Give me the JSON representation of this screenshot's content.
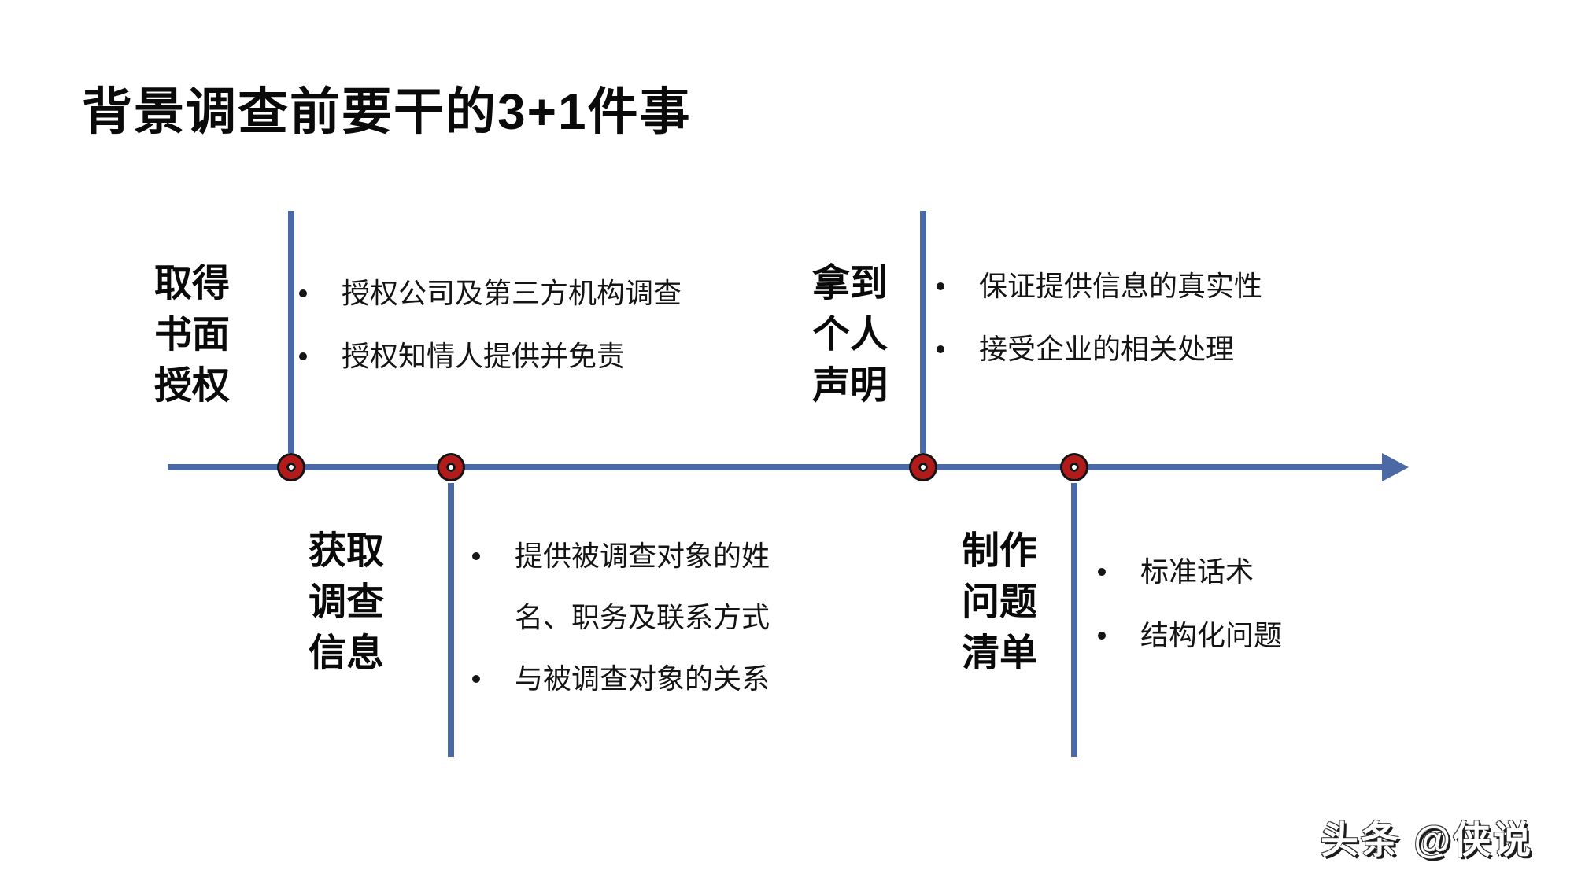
{
  "slide": {
    "title": "背景调查前要干的3+1件事"
  },
  "colors": {
    "timeline_blue": "#4b69a5",
    "marker_red": "#b31b1b",
    "marker_outline": "#141414",
    "text_black": "#0a0a0a"
  },
  "timeline": {
    "direction": "left-to-right",
    "marker_count": 4
  },
  "nodes": [
    {
      "name": "取得书面授权",
      "side": "top",
      "title_lines": [
        "取得",
        "书面",
        "授权"
      ],
      "bullets": [
        "授权公司及第三方机构调查",
        "授权知情人提供并免责"
      ]
    },
    {
      "name": "拿到个人声明",
      "side": "top",
      "title_lines": [
        "拿到",
        "个人",
        "声明"
      ],
      "bullets": [
        "保证提供信息的真实性",
        "接受企业的相关处理"
      ]
    },
    {
      "name": "获取调查信息",
      "side": "bottom",
      "title_lines": [
        "获取",
        "调查",
        "信息"
      ],
      "bullets": [
        "提供被调查对象的姓名、职务及联系方式",
        "与被调查对象的关系"
      ]
    },
    {
      "name": "制作问题清单",
      "side": "bottom",
      "title_lines": [
        "制作",
        "问题",
        "清单"
      ],
      "bullets": [
        "标准话术",
        "结构化问题"
      ]
    }
  ],
  "watermark": {
    "text": "头条 @侠说"
  }
}
